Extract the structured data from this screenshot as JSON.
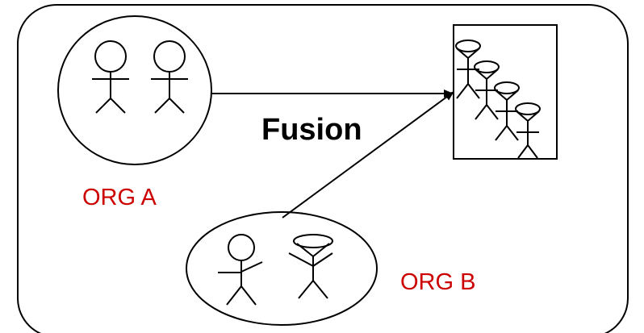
{
  "diagram": {
    "fusion_label": "Fusion",
    "org_a_label": "ORG A",
    "org_b_label": "ORG B"
  },
  "colors": {
    "stroke": "#000000",
    "label_text": "#cc0000",
    "fusion_text": "#000000",
    "background": "#ffffff"
  }
}
